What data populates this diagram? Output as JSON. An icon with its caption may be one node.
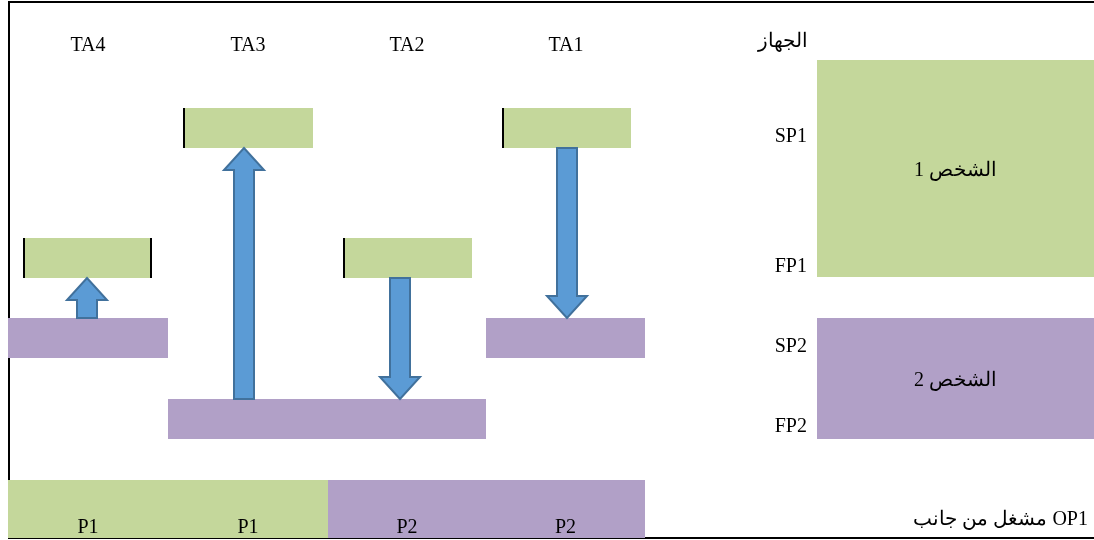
{
  "diagram": {
    "nodes": [
      {
        "text": [],
        "shape": "bar"
      },
      {
        "text": [],
        "shape": "bar"
      },
      {
        "text": [
          "الشخص 1"
        ],
        "beside": [
          "SP1",
          "FP1"
        ]
      },
      {
        "text": [],
        "shape": "bar"
      },
      {
        "text": [],
        "shape": "bar"
      },
      {
        "text": [],
        "shape": "bar"
      },
      {
        "text": [],
        "shape": "bar"
      },
      {
        "text": [
          "الشخص 2"
        ],
        "beside": [
          "SP2",
          "FP2"
        ]
      },
      {
        "text": [],
        "shape": "bar"
      },
      {
        "text": [
          "P1"
        ]
      },
      {
        "text": [
          "P1"
        ]
      },
      {
        "text": [
          "P2"
        ]
      },
      {
        "text": [
          "P2"
        ]
      }
    ],
    "edges": [
      {
        "from": 5,
        "to": 3,
        "arrow": "to"
      },
      {
        "from": 8,
        "to": 0,
        "arrow": "to"
      },
      {
        "from": 4,
        "to": 8,
        "arrow": "to"
      },
      {
        "from": 1,
        "to": 6,
        "arrow": "to"
      }
    ],
    "labels": [
      "TA4",
      "TA3",
      "TA2",
      "TA1",
      "الجهاز",
      "OP1 مشغل من جانب"
    ]
  }
}
